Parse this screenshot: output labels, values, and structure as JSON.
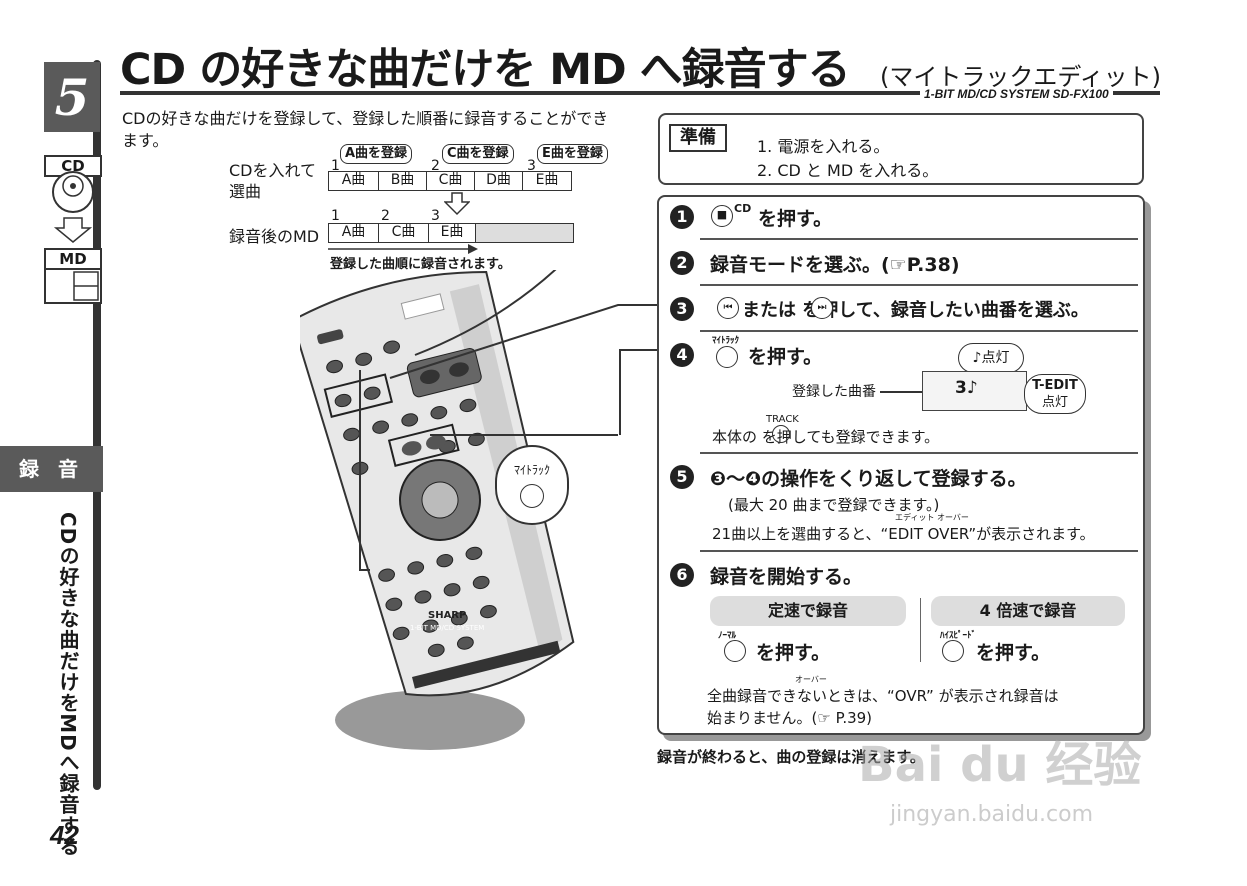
{
  "sidebar": {
    "chapter": "5",
    "cd_label": "CD",
    "md_label": "MD",
    "section": "録 音",
    "vertical_title": "CDの好きな曲だけをMDへ録音する",
    "page_number": "42"
  },
  "header": {
    "title": "CD の好きな曲だけを MD へ録音する",
    "subtitle": "(マイトラックエディット)",
    "model": "1-BIT MD/CD SYSTEM  SD-FX100"
  },
  "intro": "CDの好きな曲だけを登録して、登録した順番に録音することができます。",
  "diagram": {
    "cd_label": "CDを入れて",
    "cd_label2": "選曲",
    "tags": [
      "A曲を登録",
      "C曲を登録",
      "E曲を登録"
    ],
    "tag_nums": [
      "1",
      "2",
      "3"
    ],
    "cd_tracks": [
      "A曲",
      "B曲",
      "C曲",
      "D曲",
      "E曲"
    ],
    "md_label": "録音後のMD",
    "md_nums": [
      "1",
      "2",
      "3"
    ],
    "md_tracks": [
      "A曲",
      "C曲",
      "E曲"
    ],
    "caption": "登録した曲順に録音されます。"
  },
  "prep": {
    "label": "準備",
    "line1": "1. 電源を入れる。",
    "line2": "2. CD と MD を入れる。"
  },
  "steps": {
    "s1": {
      "num": "1",
      "text": "を押す。",
      "key_sup": "CD"
    },
    "s2": {
      "num": "2",
      "text": "録音モードを選ぶ。(☞P.38)"
    },
    "s3": {
      "num": "3",
      "text": "または  を押して、録音したい曲番を選ぶ。",
      "key_label1": "⏮",
      "key_label2": "⏭"
    },
    "s4": {
      "num": "4",
      "key_label": "ﾏｲﾄﾗｯｸ",
      "text": "を押す。",
      "lit1": "♪点灯",
      "registered": "登録した曲番",
      "lcd_value": "3♪",
      "lit2_a": "T-EDIT",
      "lit2_b": "点灯",
      "track_key": "TRACK",
      "note": "本体の       を押しても登録できます。"
    },
    "s5": {
      "num": "5",
      "text": "❸〜❹の操作をくり返して登録する。",
      "note1": "(最大 20 曲まで登録できます。)",
      "ruby": "エディット  オーバー",
      "note2": "21曲以上を選曲すると、“EDIT OVER”が表示されます。"
    },
    "s6": {
      "num": "6",
      "text": "録音を開始する。",
      "normal_label": "定速で録音",
      "normal_key": "ﾉｰﾏﾙ",
      "normal_action": "を押す。",
      "fast_label": "4 倍速で録音",
      "fast_key": "ﾊｲｽﾋﾟｰﾄﾞ",
      "fast_action": "を押す。",
      "ruby": "オーバー",
      "note1": "全曲録音できないときは、“OVR” が表示され録音は",
      "note2": "始まりません。(☞ P.39)"
    }
  },
  "remote": {
    "myrack_label": "ﾏｲﾄﾗｯｸ",
    "brand": "SHARP",
    "system": "1-BIT MD/CD SYSTEM"
  },
  "footer": "録音が終わると、曲の登録は消えます。",
  "watermark": {
    "main": "Bai du 经验",
    "url": "jingyan.baidu.com"
  }
}
